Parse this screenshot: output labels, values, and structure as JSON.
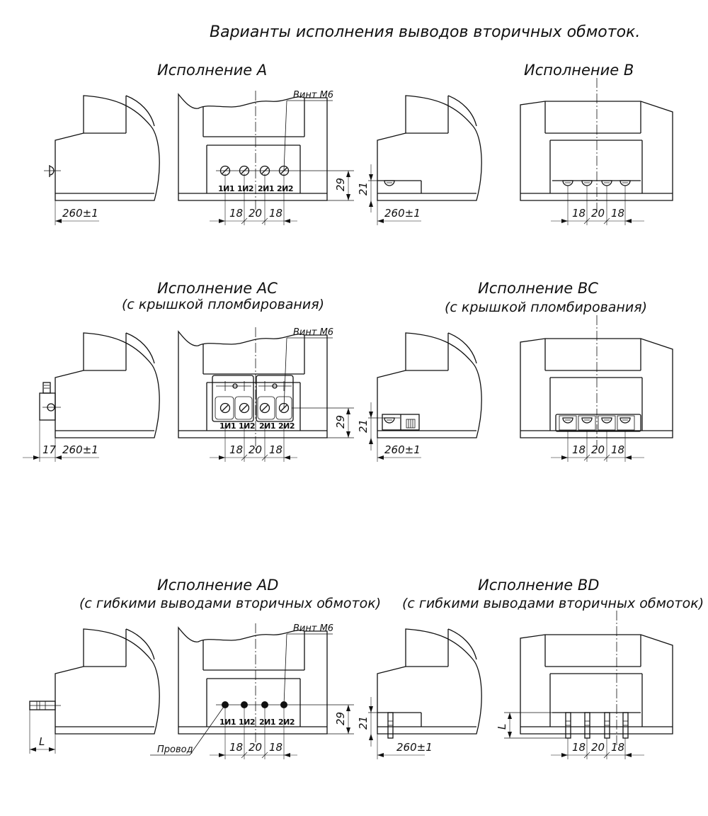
{
  "title": "Варианты исполнения выводов вторичных обмоток.",
  "variants": {
    "a": {
      "heading": "Исполнение А",
      "subheading": ""
    },
    "b": {
      "heading": "Исполнение В",
      "subheading": ""
    },
    "ac": {
      "heading": "Исполнение АС",
      "subheading": "(с крышкой пломбирования)"
    },
    "bc": {
      "heading": "Исполнение ВС",
      "subheading": "(с крышкой пломбирования)"
    },
    "ad": {
      "heading": "Исполнение АD",
      "subheading": "(с гибкими выводами вторичных обмоток)"
    },
    "bd": {
      "heading": "Исполнение ВD",
      "subheading": "(с гибкими выводами вторичных обмоток)"
    }
  },
  "labels": {
    "screw": "Винт М6",
    "wire": "Провод"
  },
  "terminals": [
    "1И1",
    "1И2",
    "2И1",
    "2И2"
  ],
  "dimensions": {
    "depth": "260±1",
    "cover_offset": "17",
    "pitch_outer": "18",
    "pitch_middle": "20",
    "terminal_height": "29",
    "side_height": "21",
    "lead_length": "L"
  },
  "colors": {
    "ink": "#111111",
    "paper": "#ffffff"
  }
}
